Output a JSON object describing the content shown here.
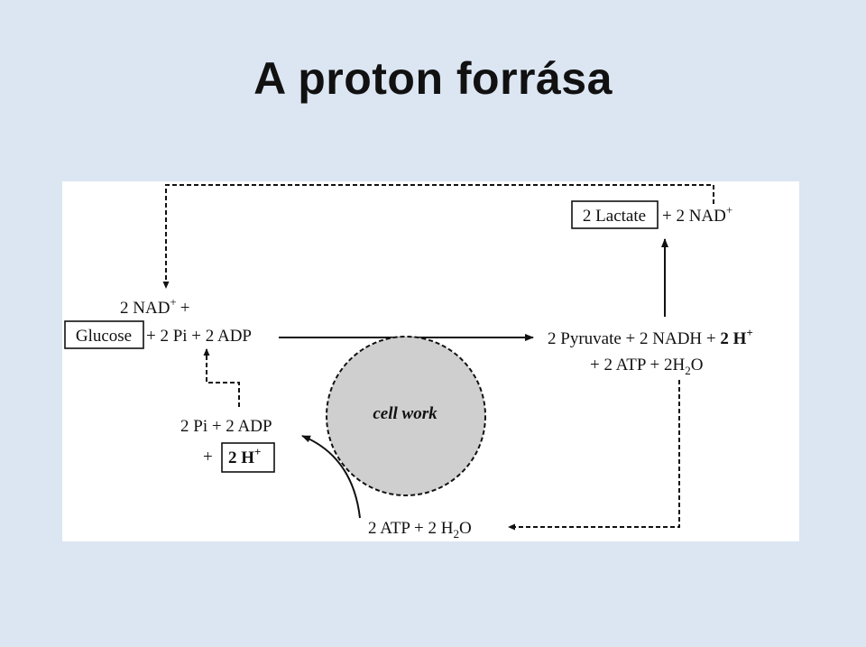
{
  "slide": {
    "title": "A proton forrása"
  },
  "diagram": {
    "glucose_box": "Glucose",
    "nad_plus": "2 NAD",
    "nad_sup": "+",
    "plus_top": "+",
    "glucose_reactants": "+ 2 Pi + 2 ADP",
    "lactate_box": "2 Lactate",
    "lactate_nad": "+ 2 NAD",
    "lactate_nad_sup": "+",
    "pyruvate_line": "2 Pyruvate + 2 NADH + ",
    "pyruvate_h": "2 H",
    "pyruvate_h_sup": "+",
    "atp_line_a": "+ 2 ATP + 2H",
    "atp_line_sub": "2",
    "atp_line_b": "O",
    "cell_work": "cell work",
    "pi_adp": "2 Pi + 2 ADP",
    "plus_h": "+",
    "h_box": "2 H",
    "h_box_sup": "+",
    "bottom_atp_a": "2 ATP + 2 H",
    "bottom_atp_sub": "2",
    "bottom_atp_b": "O"
  }
}
